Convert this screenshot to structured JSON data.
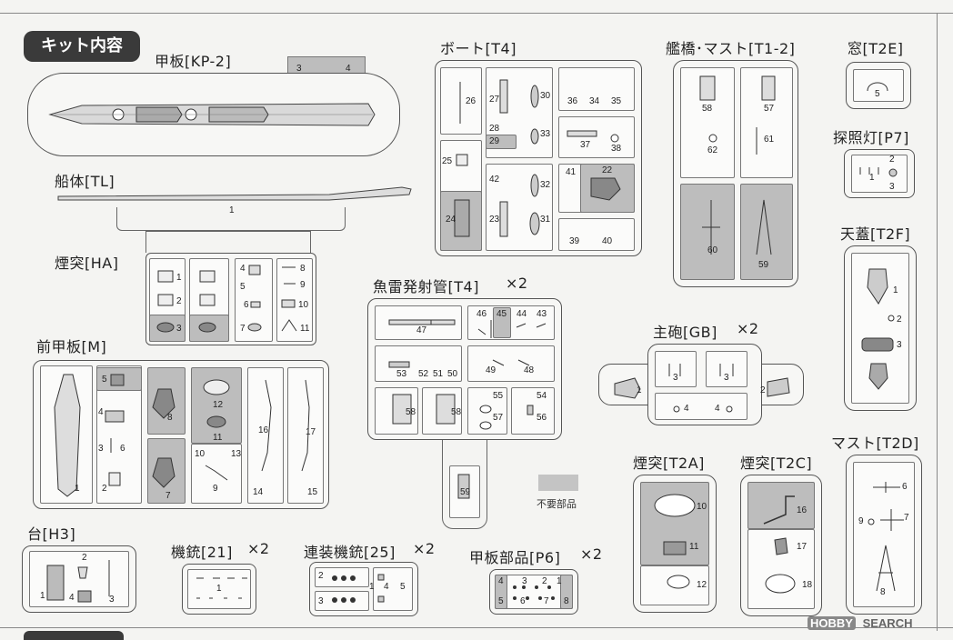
{
  "header_badge": "キット内容",
  "legend": {
    "text": "不要部品",
    "color": "#c4c4c4"
  },
  "watermark": {
    "brand": "HOBBY",
    "rest": "SEARCH"
  },
  "sprues": {
    "kp2": {
      "title": "甲板[KP-2]",
      "n3": "3",
      "n4": "4"
    },
    "tl": {
      "title": "船体[TL]",
      "n1": "1"
    },
    "ha": {
      "title": "煙突[HA]",
      "n1": "1",
      "n2": "2",
      "n3": "3",
      "n4": "4",
      "n5": "5",
      "n6": "6",
      "n7": "7",
      "n8": "8",
      "n9": "9",
      "n10": "10",
      "n11": "11"
    },
    "m": {
      "title": "前甲板[M]",
      "n1": "1",
      "n2": "2",
      "n3": "3",
      "n4": "4",
      "n5": "5",
      "n6": "6",
      "n7": "7",
      "n8": "8",
      "n9": "9",
      "n10": "10",
      "n11": "11",
      "n12": "12",
      "n13": "13",
      "n14": "14",
      "n15": "15",
      "n16": "16",
      "n17": "17"
    },
    "h3": {
      "title": "台[H3]",
      "n1": "1",
      "n2": "2",
      "n3": "3",
      "n4": "4"
    },
    "t4boat": {
      "title": "ボート[T4]",
      "n": [
        "26",
        "27",
        "30",
        "36",
        "34",
        "35",
        "28",
        "29",
        "33",
        "37",
        "38",
        "25",
        "42",
        "32",
        "41",
        "22",
        "24",
        "23",
        "31",
        "39",
        "40"
      ]
    },
    "t12": {
      "title": "艦橋･マスト[T1-2]",
      "n58": "58",
      "n57": "57",
      "n62": "62",
      "n61": "61",
      "n60": "60",
      "n59": "59"
    },
    "t2e": {
      "title": "窓[T2E]",
      "n5": "5"
    },
    "p7": {
      "title": "探照灯[P7]",
      "n1": "1",
      "n2": "2",
      "n3": "3"
    },
    "t2f": {
      "title": "天蓋[T2F]",
      "n1": "1",
      "n2": "2",
      "n3": "3"
    },
    "t4torp": {
      "title": "魚雷発射管[T4]",
      "mult": "×2",
      "n": [
        "46",
        "45",
        "44",
        "43",
        "47",
        "53",
        "52",
        "51",
        "50",
        "49",
        "48",
        "58",
        "58",
        "55",
        "54",
        "57",
        "56",
        "59"
      ]
    },
    "gb": {
      "title": "主砲[GB]",
      "mult": "×2",
      "n1": "1",
      "n2": "2",
      "n3a": "3",
      "n3b": "3",
      "n4a": "4",
      "n4b": "4"
    },
    "t2a": {
      "title": "煙突[T2A]",
      "n10": "10",
      "n11": "11",
      "n12": "12"
    },
    "t2c": {
      "title": "煙突[T2C]",
      "n16": "16",
      "n17": "17",
      "n18": "18"
    },
    "t2d": {
      "title": "マスト[T2D]",
      "n6": "6",
      "n7": "7",
      "n8": "8",
      "n9": "9"
    },
    "g21": {
      "title": "機銃[21]",
      "mult": "×2",
      "n1": "1"
    },
    "g25": {
      "title": "連装機銃[25]",
      "mult": "×2",
      "n1": "1",
      "n2": "2",
      "n3": "3",
      "n4": "4",
      "n5": "5"
    },
    "p6": {
      "title": "甲板部品[P6]",
      "mult": "×2",
      "n": [
        "4",
        "3",
        "2",
        "1",
        "8",
        "5",
        "6",
        "7"
      ]
    }
  }
}
